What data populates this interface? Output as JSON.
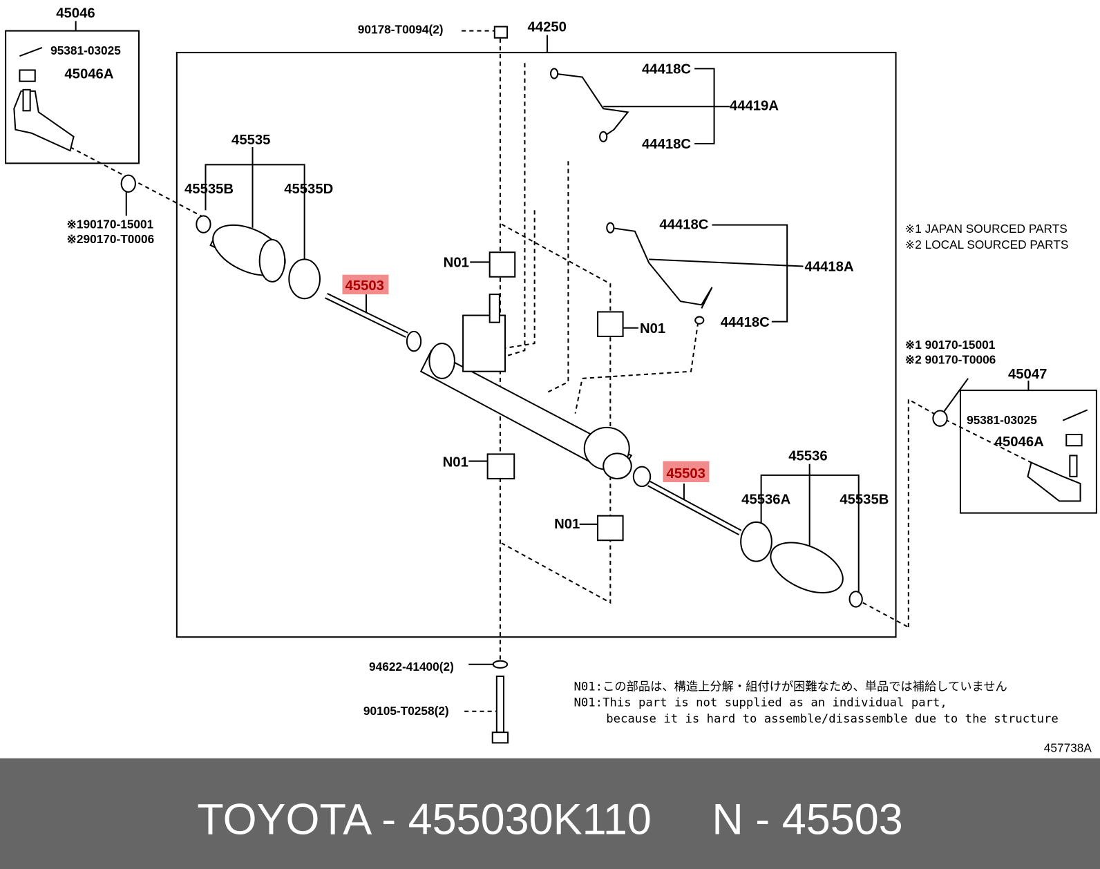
{
  "labels": {
    "tie_rod_end_left": "45046",
    "cotter_pin_left": "95381-03025",
    "nut_left": "45046A",
    "nut_left_alt1": "※190170-15001",
    "nut_left_alt2": "※290170-T0006",
    "boot_set_left": "45535",
    "clip_left": "45535B",
    "clamp_left": "45535D",
    "rack_end_left": "45503",
    "nut_top": "90178-T0094(2)",
    "gear_assembly": "44250",
    "tube_union_1": "44418C",
    "tube_set_1": "44419A",
    "tube_union_2": "44418C",
    "tube_union_3": "44418C",
    "tube_set_2": "44418A",
    "tube_union_4": "44418C",
    "n01_a": "N01",
    "n01_b": "N01",
    "n01_c": "N01",
    "n01_d": "N01",
    "rack_end_right": "45503",
    "boot_set_right": "45536",
    "clamp_right": "45536A",
    "clip_right": "45535B",
    "legend_1": "※1 JAPAN SOURCED PARTS",
    "legend_2": "※2 LOCAL SOURCED PARTS",
    "nut_right_alt1": "※1 90170-15001",
    "nut_right_alt2": "※2 90170-T0006",
    "tie_rod_end_right": "45047",
    "cotter_pin_right": "95381-03025",
    "nut_right": "45046A",
    "washer_bottom": "94622-41400(2)",
    "bolt_bottom": "90105-T0258(2)",
    "diagram_id": "457738A"
  },
  "notes": {
    "jp": "N01:この部品は、構造上分解・組付けが困難なため、単品では補給していません",
    "en_1": "N01:This part is not supplied as an individual part,",
    "en_2": "because it is hard to assemble/disassemble due to the structure"
  },
  "footer": {
    "text": "TOYOTA - 455030K110     N - 45503"
  },
  "colors": {
    "highlight": "#f28b8b",
    "footer_bg": "#666666"
  }
}
